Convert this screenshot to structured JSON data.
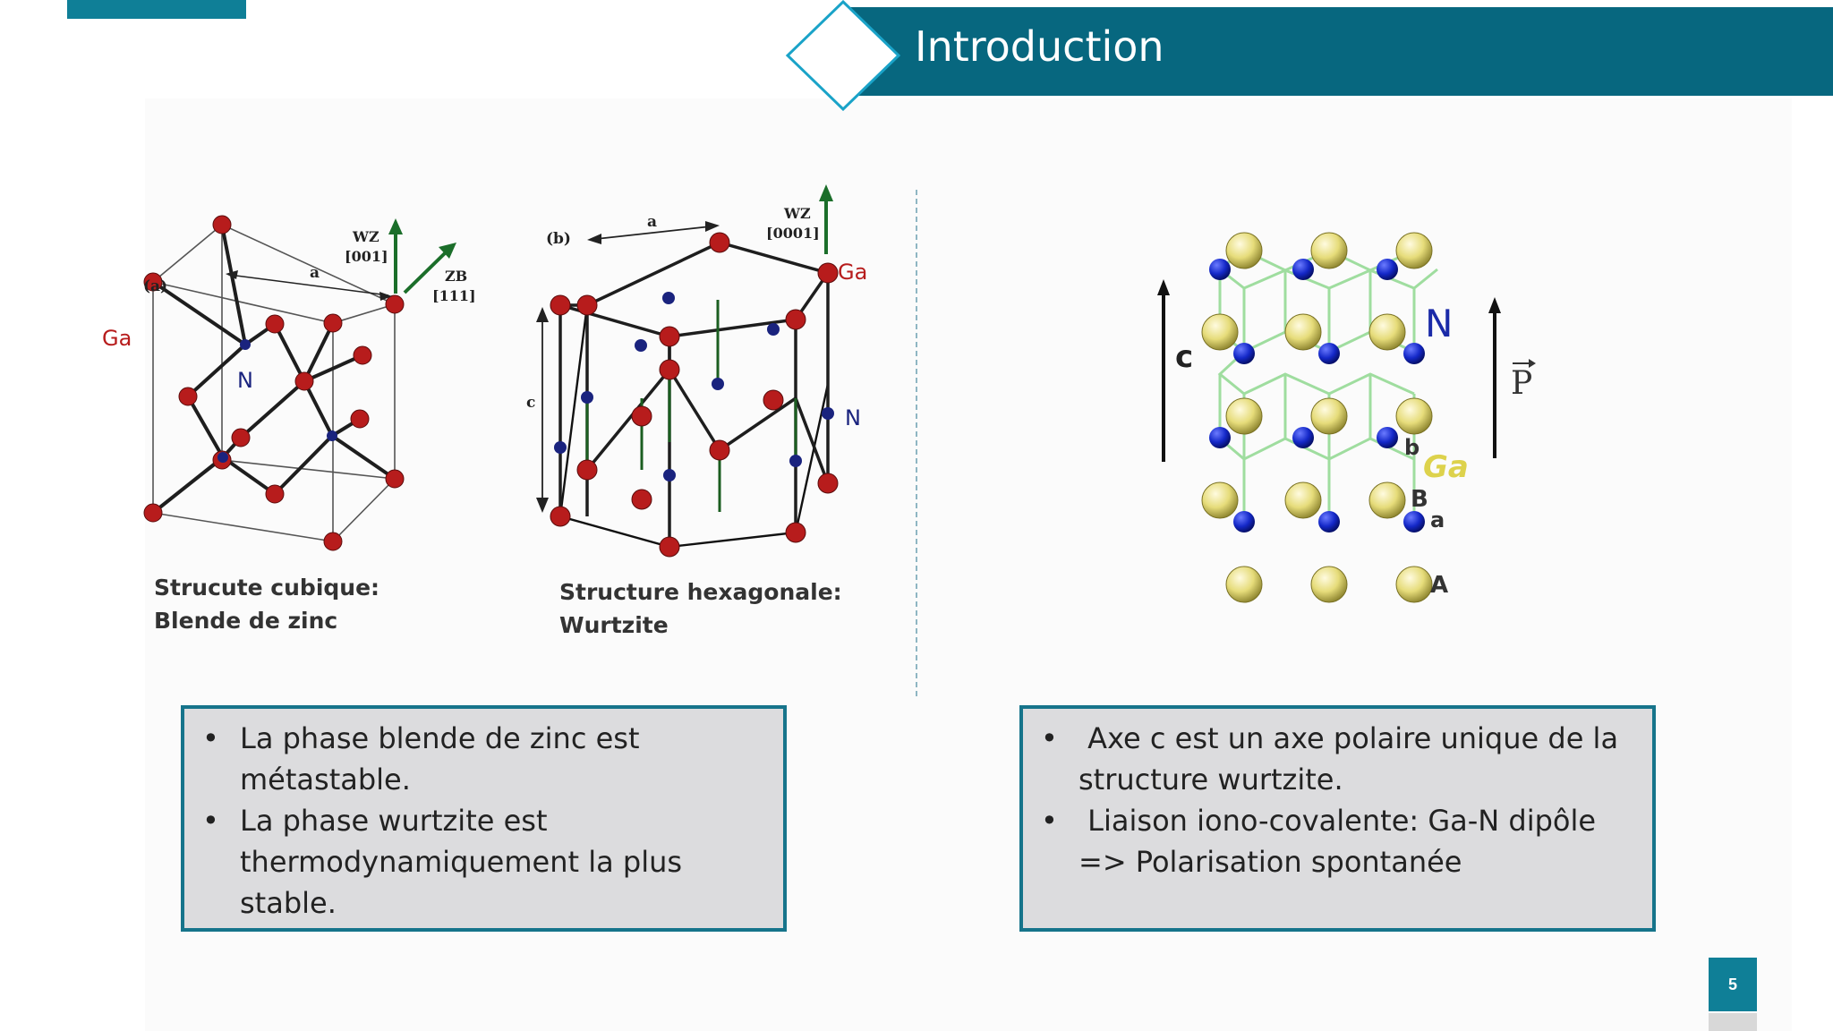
{
  "header": {
    "title": "Introduction"
  },
  "figure_cubic": {
    "panel": "(a)",
    "wz": "WZ",
    "wz_dir": "[001]",
    "zb": "ZB",
    "zb_dir": "[111]",
    "lattice": "a",
    "ga": "Ga",
    "n": "N",
    "caption_line1": "Strucute cubique:",
    "caption_line2": "Blende de zinc"
  },
  "figure_hex": {
    "panel": "(b)",
    "wz": "WZ",
    "wz_dir": "[0001]",
    "lattice_a": "a",
    "lattice_c": "c",
    "ga": "Ga",
    "n": "N",
    "caption_line1": "Structure hexagonale:",
    "caption_line2": "Wurtzite"
  },
  "figure_polar": {
    "c": "c",
    "n": "N",
    "ga": "Ga",
    "p": "P",
    "label_b_lower": "b",
    "label_B": "B",
    "label_a": "a",
    "label_A": "A"
  },
  "box_left": {
    "items": [
      "La phase blende de zinc est métastable.",
      "La phase wurtzite est thermodynamiquement la plus stable."
    ]
  },
  "box_right": {
    "items": [
      " Axe c est un axe polaire unique de la structure wurtzite.",
      " Liaison iono-covalente: Ga-N dipôle => Polarisation spontanée"
    ]
  },
  "footer": {
    "page_number": "5"
  },
  "colors": {
    "title_bar": "#07677f",
    "accent": "#0f7f97",
    "box_border": "#16748b",
    "box_fill": "#dcdcde",
    "ga_atom": "#b71c1c",
    "n_atom": "#1a237e",
    "ga_polar_atom": "#e6dc7a",
    "arrow_green": "#1b6e2a"
  }
}
